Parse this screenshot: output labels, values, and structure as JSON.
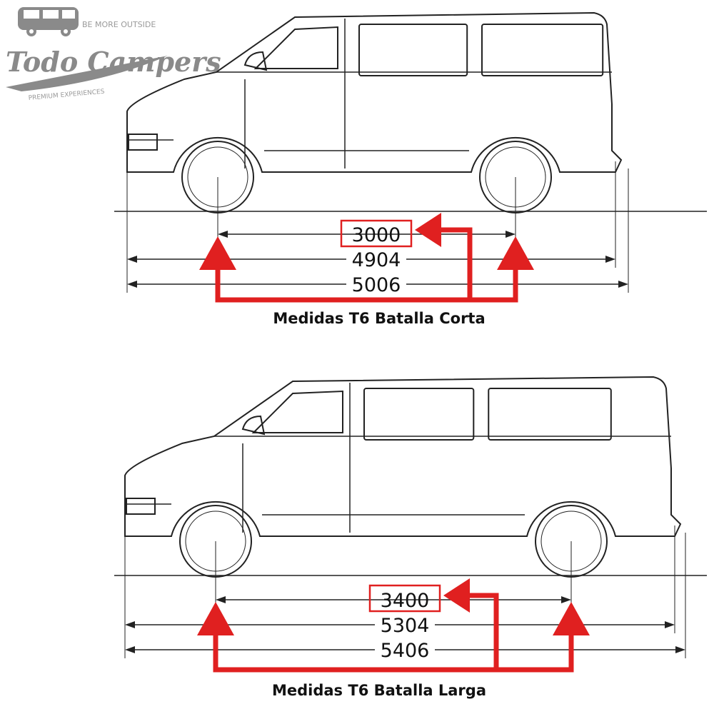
{
  "logo": {
    "brand": "Todo Campers",
    "tagline_top": "BE MORE OUTSIDE",
    "tagline_bottom": "PREMIUM EXPERIENCES"
  },
  "diagrams": [
    {
      "caption": "Medidas T6 Batalla Corta",
      "wheelbase": "3000",
      "length": "4904",
      "length_with_hitch": "5006"
    },
    {
      "caption": "Medidas T6 Batalla Larga",
      "wheelbase": "3400",
      "length": "5304",
      "length_with_hitch": "5406"
    }
  ],
  "colors": {
    "highlight": "#e02020",
    "line": "#222222",
    "logo": "#8a8a8a"
  }
}
